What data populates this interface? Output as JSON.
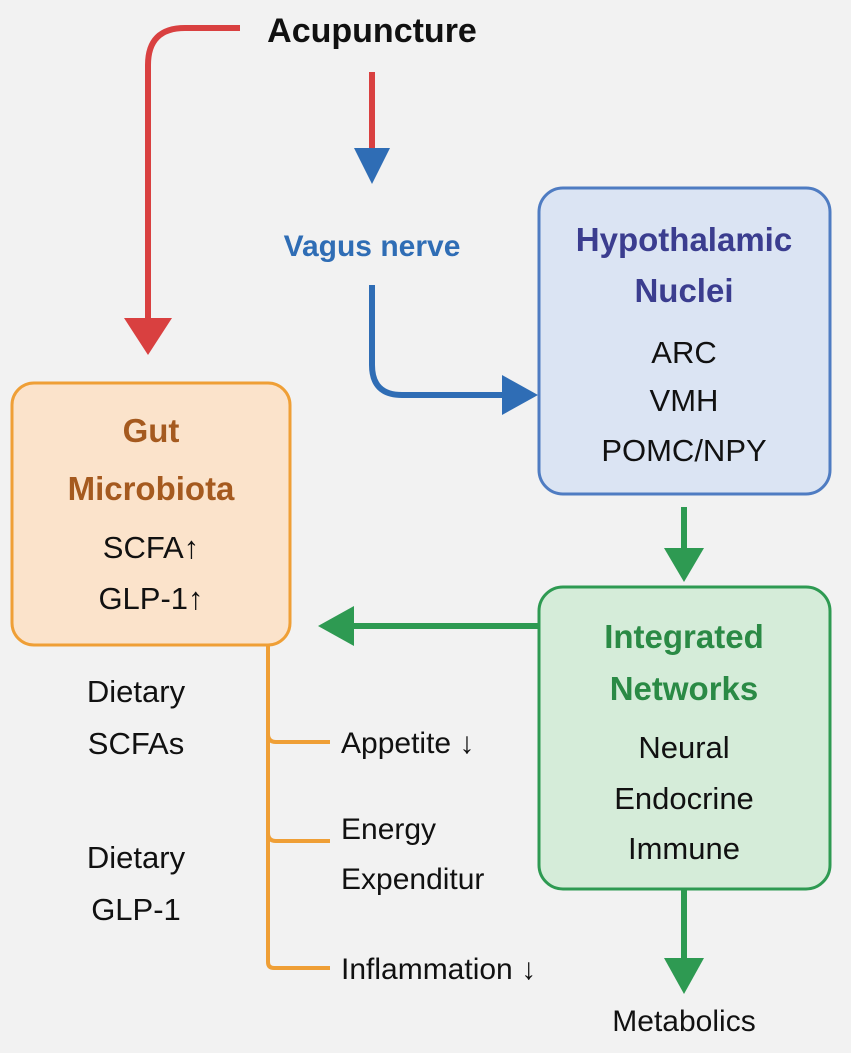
{
  "colors": {
    "background": "#f2f2f2",
    "red": "#d94040",
    "blue": "#2f6db5",
    "blue_box_fill": "#dbe4f3",
    "blue_box_stroke": "#4f7cc2",
    "navy_text": "#3b3d8f",
    "orange": "#ef9f36",
    "orange_box_fill": "#fbe3cb",
    "brown_text": "#a55a1f",
    "green": "#2e9a52",
    "green_box_fill": "#d5ecd9",
    "green_text": "#2a8a45",
    "text": "#111111"
  },
  "top": {
    "label": "Acupuncture"
  },
  "vagus": {
    "label": "Vagus nerve"
  },
  "hypothalamic": {
    "title_line1": "Hypothalamic",
    "title_line2": "Nuclei",
    "items": [
      "ARC",
      "VMH",
      "POMC/NPY"
    ]
  },
  "gut": {
    "title_line1": "Gut",
    "title_line2": "Microbiota",
    "items": [
      "SCFA↑",
      "GLP-1↑"
    ]
  },
  "integrated": {
    "title_line1": "Integrated",
    "title_line2": "Networks",
    "items": [
      "Neural",
      "Endocrine",
      "Immune"
    ]
  },
  "dietary": [
    {
      "line1": "Dietary",
      "line2": "SCFAs"
    },
    {
      "line1": "Dietary",
      "line2": "GLP-1"
    }
  ],
  "effects": {
    "appetite": "Appetite ↓",
    "energy_line1": "Energy",
    "energy_line2": "Expenditur",
    "inflammation": "Inflammation ↓"
  },
  "bottom": {
    "label": "Metabolics"
  }
}
